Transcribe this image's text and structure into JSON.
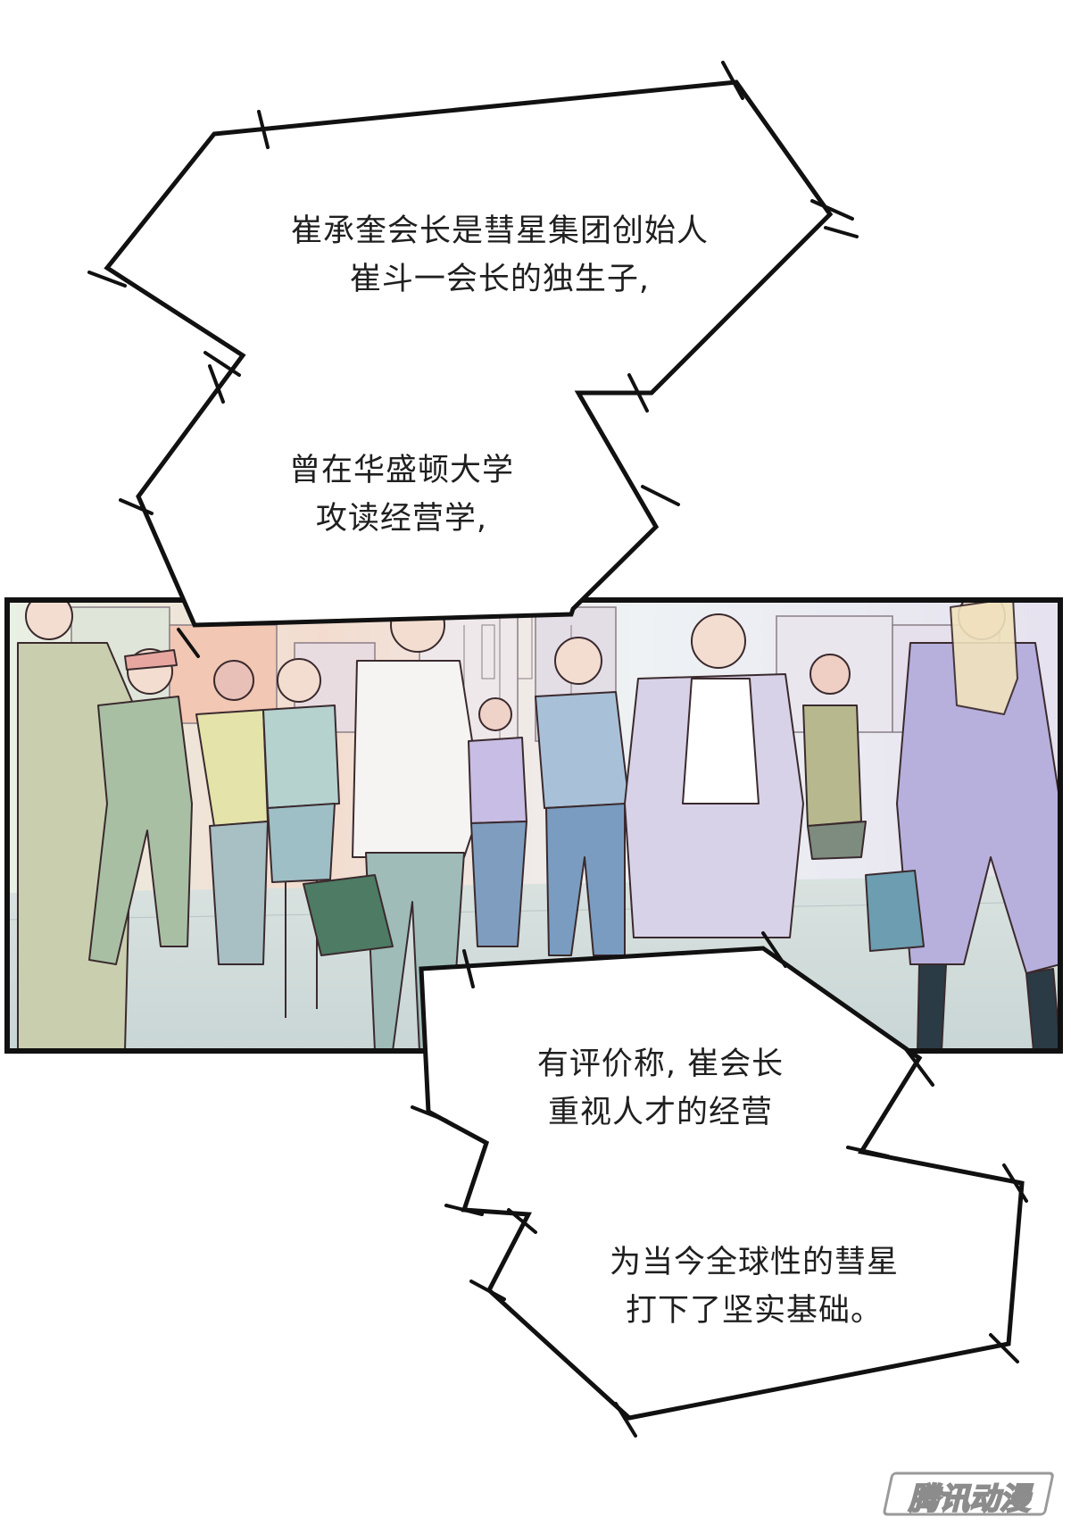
{
  "captions": [
    {
      "lines": [
        "崔承奎会长是彗星集团创始人",
        "崔斗一会长的独生子,"
      ]
    },
    {
      "lines": [
        "曾在华盛顿大学",
        "攻读经营学,"
      ]
    },
    {
      "lines": [
        "有评价称, 崔会长",
        "重视人才的经营"
      ]
    },
    {
      "lines": [
        "为当今全球性的彗星",
        "打下了坚实基础。"
      ]
    }
  ],
  "watermark": {
    "text": "腾讯动漫"
  },
  "colors": {
    "frame": "#111111",
    "bubble_fill": "#ffffff",
    "ink": "#3a2a2e"
  }
}
